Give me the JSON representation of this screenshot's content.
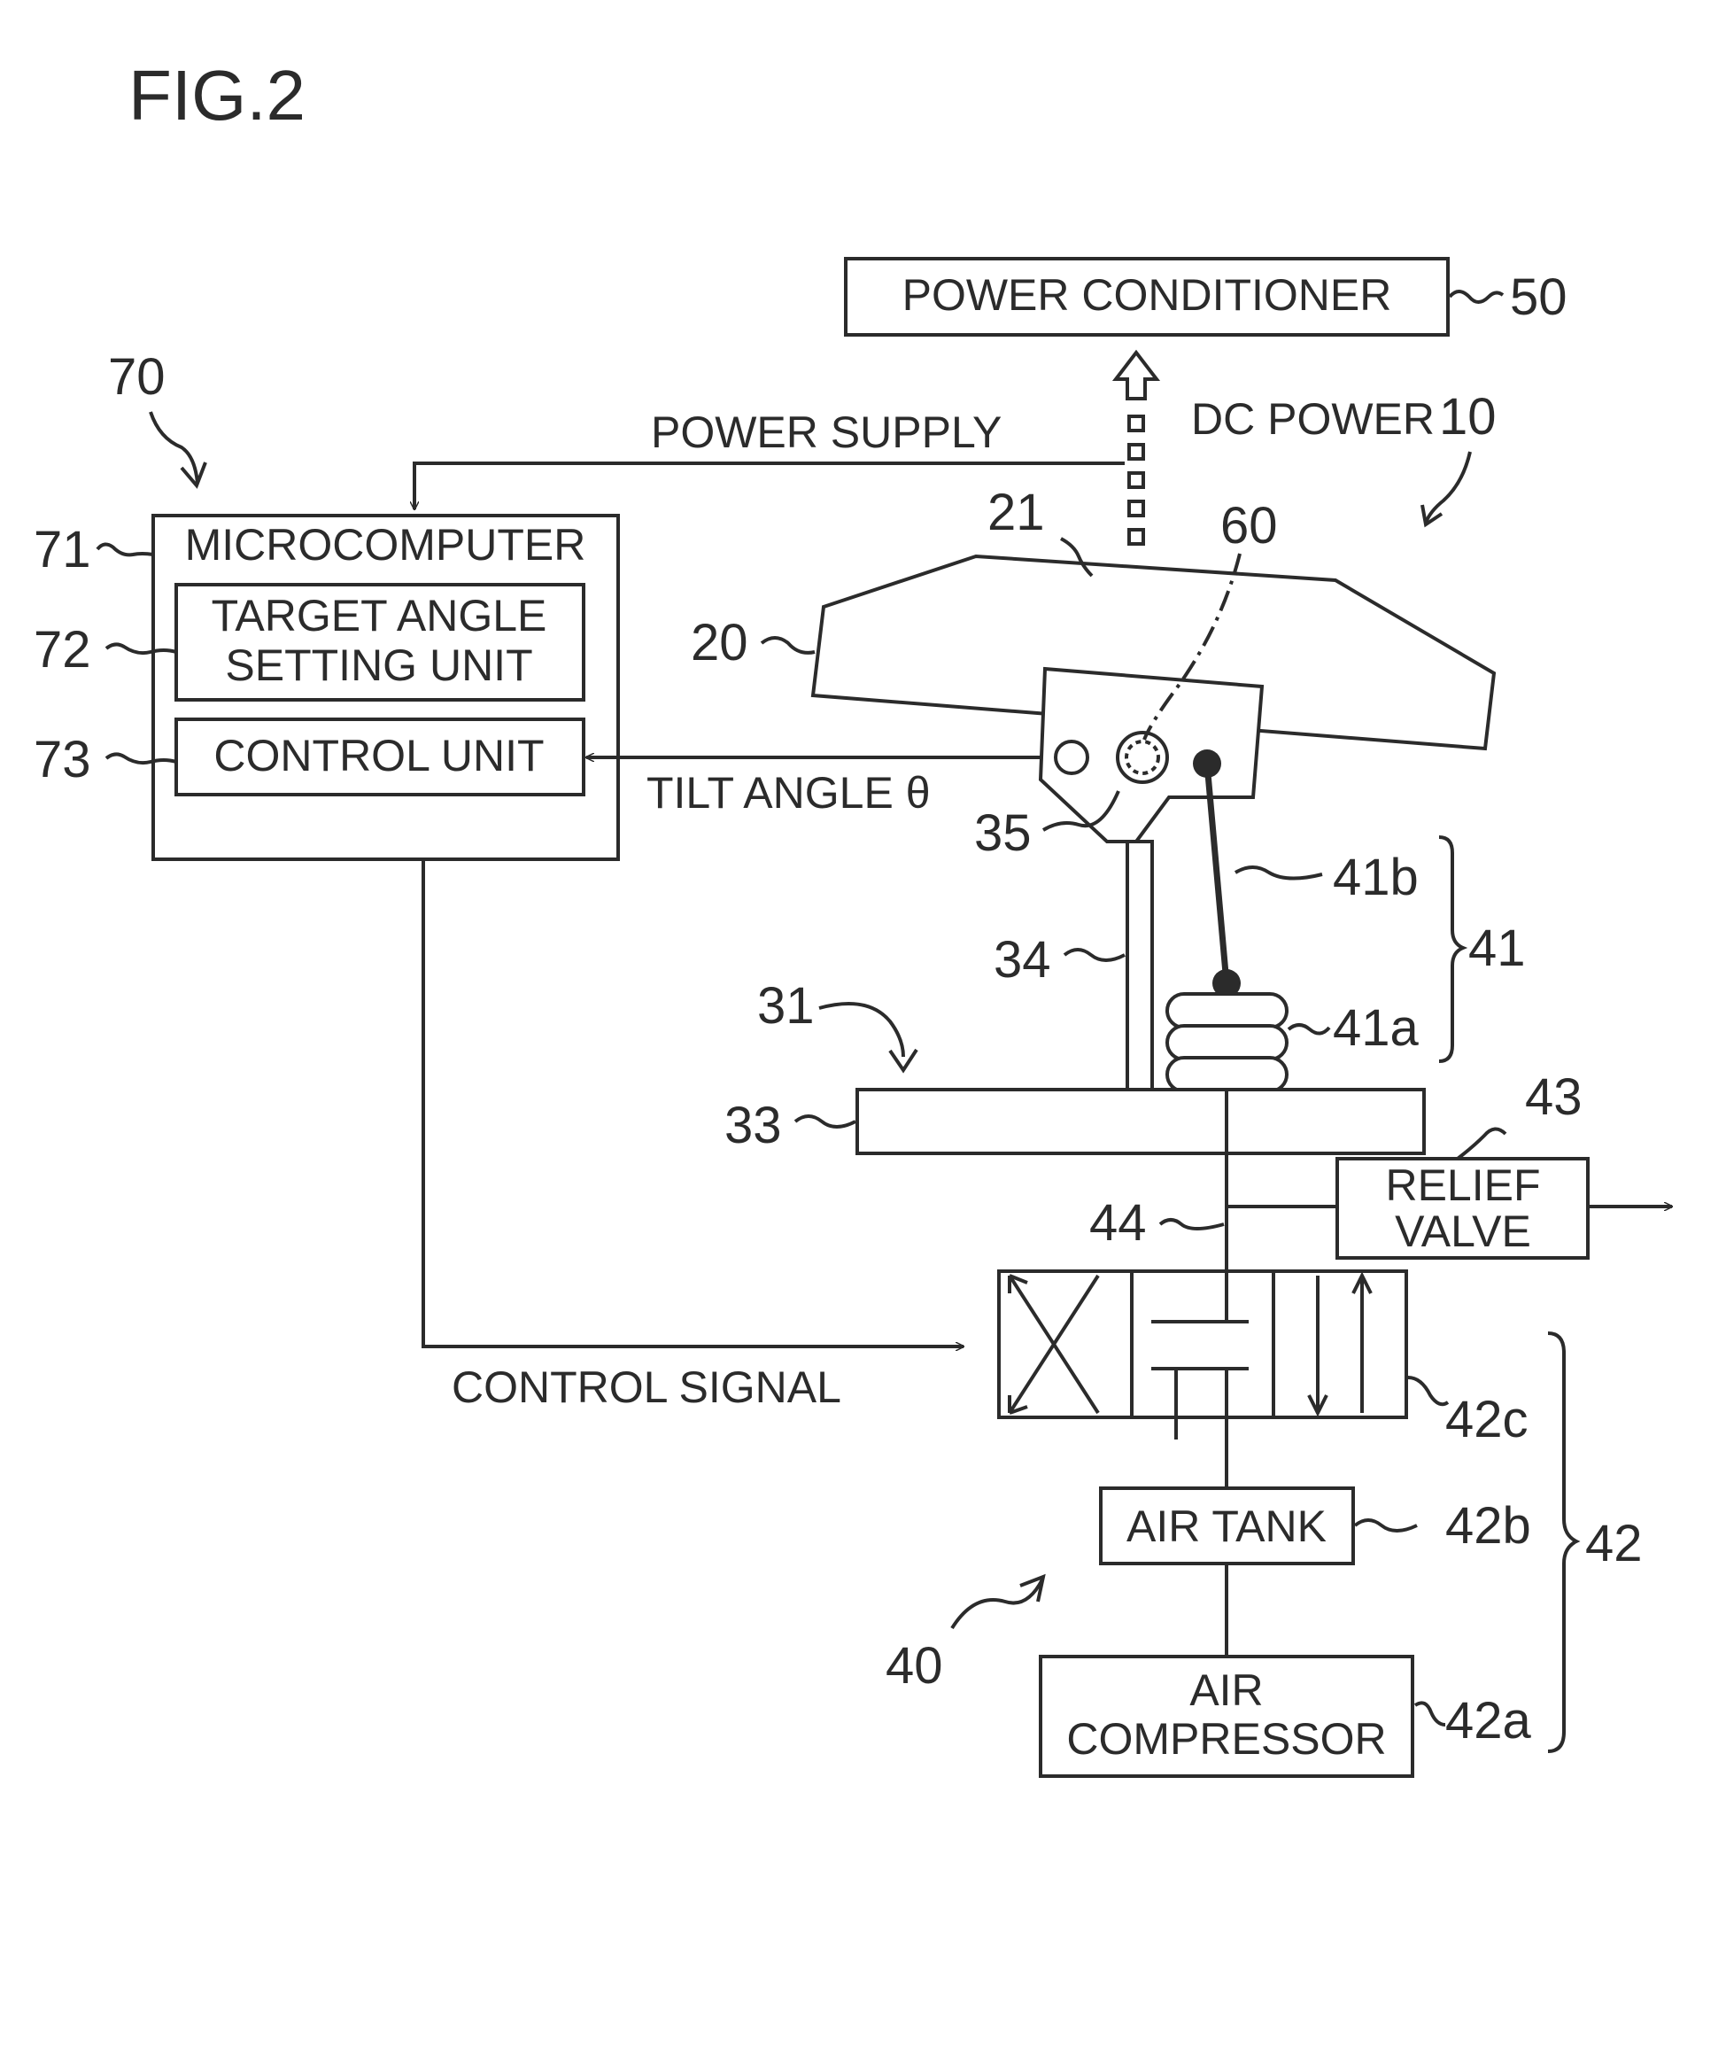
{
  "figure": {
    "title": "FIG.2"
  },
  "blocks": {
    "power_conditioner": "POWER CONDITIONER",
    "microcomputer": "MICROCOMPUTER",
    "target_angle_line1": "TARGET ANGLE",
    "target_angle_line2": "SETTING UNIT",
    "control_unit": "CONTROL UNIT",
    "relief_valve_line1": "RELIEF",
    "relief_valve_line2": "VALVE",
    "air_tank": "AIR TANK",
    "air_compressor_line1": "AIR",
    "air_compressor_line2": "COMPRESSOR"
  },
  "signals": {
    "power_supply": "POWER SUPPLY",
    "dc_power": "DC POWER",
    "tilt_angle": "TILT ANGLE θ",
    "control_signal": "CONTROL SIGNAL"
  },
  "refs": {
    "r10": "10",
    "r20": "20",
    "r21": "21",
    "r31": "31",
    "r33": "33",
    "r34": "34",
    "r35": "35",
    "r40": "40",
    "r41": "41",
    "r41a": "41a",
    "r41b": "41b",
    "r42": "42",
    "r42a": "42a",
    "r42b": "42b",
    "r42c": "42c",
    "r43": "43",
    "r44": "44",
    "r50": "50",
    "r60": "60",
    "r70": "70",
    "r71": "71",
    "r72": "72",
    "r73": "73"
  }
}
